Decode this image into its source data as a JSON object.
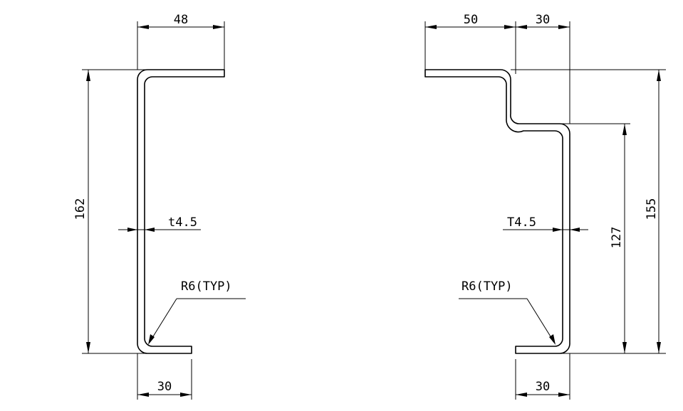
{
  "left_profile": {
    "dims": {
      "top_flange": "48",
      "height": "162",
      "thickness": "t4.5",
      "bottom_flange": "30",
      "radius": "R6(TYP)"
    }
  },
  "right_profile": {
    "dims": {
      "top_left": "50",
      "top_right": "30",
      "thickness": "T4.5",
      "inner_height": "127",
      "total_height": "155",
      "bottom_flange": "30",
      "radius": "R6(TYP)"
    }
  },
  "colors": {
    "line": "#000000",
    "background": "#ffffff"
  }
}
